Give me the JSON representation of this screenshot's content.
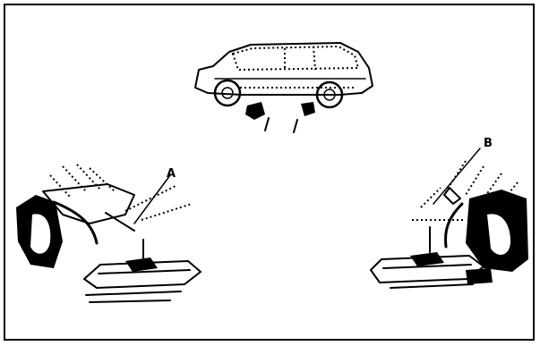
{
  "figure": {
    "callouts": [
      {
        "id": "A",
        "text": "A"
      },
      {
        "id": "B",
        "text": "B"
      }
    ],
    "colors": {
      "ink": "#000000",
      "paper": "#ffffff"
    },
    "illustrations": [
      "vehicle-side-view",
      "front-jack-position",
      "rear-jack-position"
    ]
  }
}
